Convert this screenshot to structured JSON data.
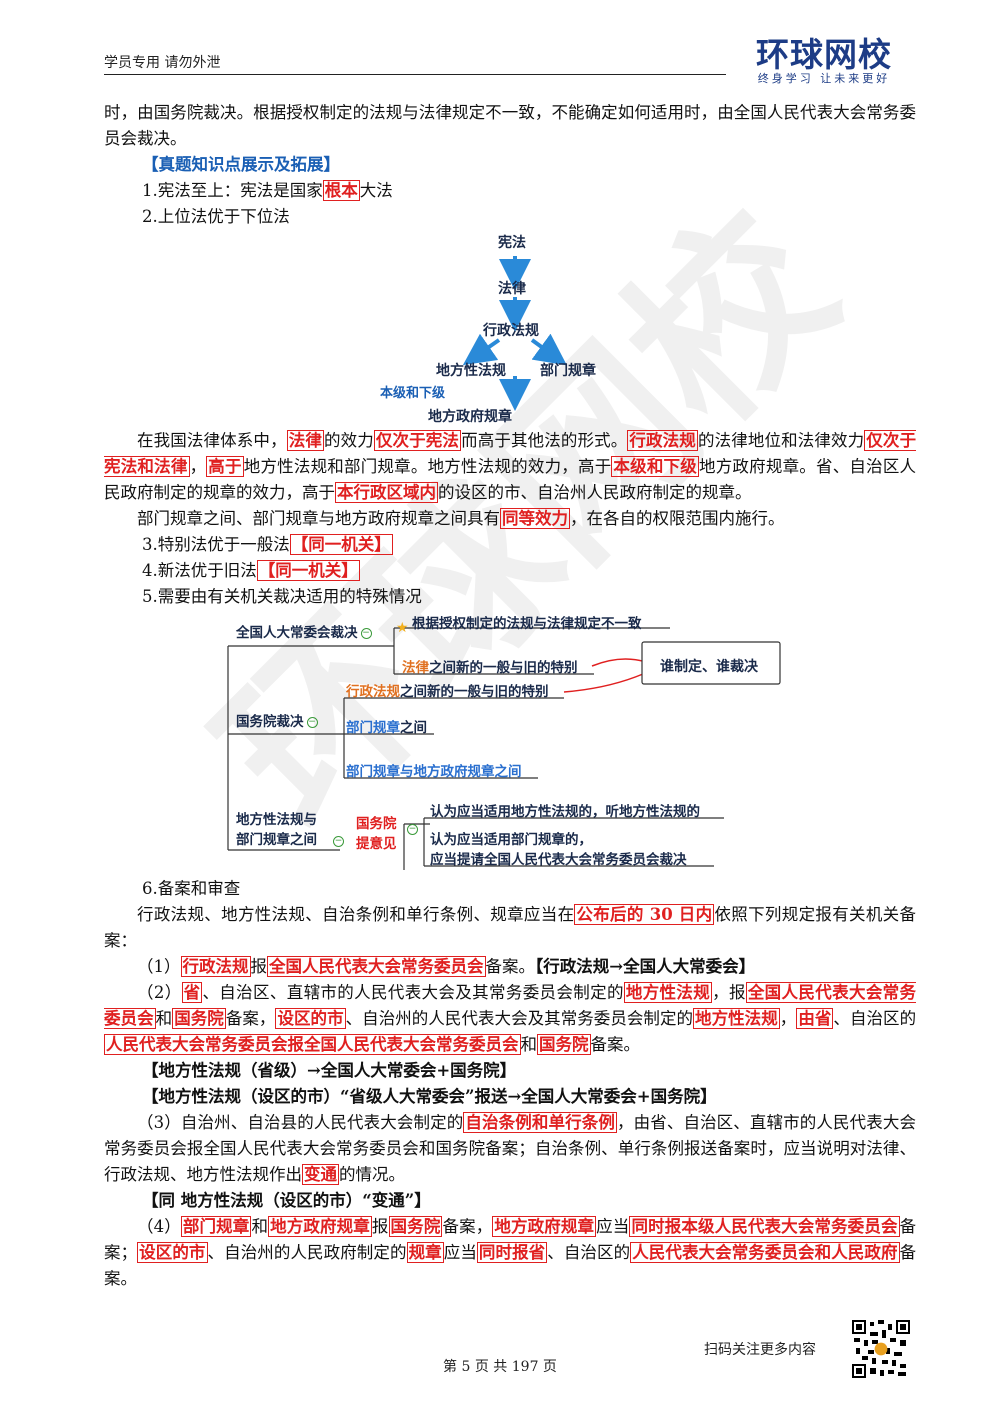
{
  "header": {
    "note": "学员专用 请勿外泄",
    "logo_main": "环球网校",
    "logo_sub": "终身学习 让未来更好"
  },
  "watermark": "环球网校",
  "body": {
    "p0": "时，由国务院裁决。根据授权制定的法规与法律规定不一致，不能确定如何适用时，由全国人民代表大会常务委员会裁决。",
    "sec_head": "【真题知识点展示及拓展】",
    "item1_pre": "1.宪法至上：宪法是国家",
    "item1_hl": "根本",
    "item1_post": "大法",
    "item2": "2.上位法优于下位法",
    "p1": {
      "t1": "在我国法律体系中，",
      "h1": "法律",
      "t2": "的效力",
      "h2": "仅次于宪法",
      "t3": "而高于其他法的形式。",
      "h3": "行政法规",
      "t4": "的法律地位和法律效力",
      "h4": "仅次于宪法和法律",
      "t5": "，",
      "h5": "高于",
      "t6": "地方性法规和部门规章。地方性法规的效力，高于",
      "h6": "本级和下级",
      "t7": "地方政府规章。省、自治区人民政府制定的规章的效力，高于",
      "h7": "本行政区域内",
      "t8": "的设区的市、自治州人民政府制定的规章。"
    },
    "p2": {
      "t1": "部门规章之间、部门规章与地方政府规章之间具有",
      "h1": "同等效力",
      "t2": "，在各自的权限范围内施行。"
    },
    "item3_pre": "3.特别法优于一般法",
    "item3_hl": "【同一机关】",
    "item4_pre": "4.新法优于旧法",
    "item4_hl": "【同一机关】",
    "item5": "5.需要由有关机关裁决适用的特殊情况",
    "item6": "6.备案和审查",
    "p3": {
      "t1": "行政法规、地方性法规、自治条例和单行条例、规章应当在",
      "h1": "公布后的 30 日内",
      "t2": "依照下列规定报有关机关备案："
    },
    "s1": {
      "t1": "（1）",
      "h1": "行政法规",
      "t2": "报",
      "h2": "全国人民代表大会常务委员会",
      "t3": "备案。",
      "b1": "【行政法规→全国人大常委会】"
    },
    "s2": {
      "t1": "（2）",
      "h1": "省",
      "t2": "、自治区、直辖市的人民代表大会及其常务委员会制定的",
      "h2": "地方性法规",
      "t3": "，报",
      "h3": "全国人民代表大会常务委员会",
      "t4": "和",
      "h4": "国务院",
      "t5": "备案，",
      "h5": "设区的市",
      "t6": "、自治州的人民代表大会及其常务委员会制定的",
      "h6": "地方性法规",
      "t7": "，",
      "h7": "由省",
      "t8": "、自治区的",
      "h8": "人民代表大会常务委员会报全国人民代表大会常务委员会",
      "t9": "和",
      "h9": "国务院",
      "t10": "备案。"
    },
    "b2": "【地方性法规（省级）→全国人大常委会+国务院】",
    "b3": "【地方性法规（设区的市）“省级人大常委会”报送→全国人大常委会+国务院】",
    "s3": {
      "t1": "（3）自治州、自治县的人民代表大会制定的",
      "h1": "自治条例和单行条例",
      "t2": "，由省、自治区、直辖市的人民代表大会常务委员会报全国人民代表大会常务委员会和国务院备案；自治条例、单行条例报送备案时，应当说明对法律、行政法规、地方性法规作出",
      "h2": "变通",
      "t3": "的情况。"
    },
    "b4": "【同 地方性法规（设区的市）“变通”】",
    "s4": {
      "t1": "（4）",
      "h1": "部门规章",
      "t2": "和",
      "h2": "地方政府规章",
      "t3": "报",
      "h3": "国务院",
      "t4": "备案，",
      "h4": "地方政府规章",
      "t5": "应当",
      "h5": "同时报本级人民代表大会常务委员会",
      "t6": "备案；",
      "h6": "设区的市",
      "t7": "、自治州的人民政府制定的",
      "h7": "规章",
      "t8": "应当",
      "h8": "同时报省",
      "t9": "、自治区的",
      "h9": "人民代表大会常务委员会和人民政府",
      "t10": "备案。"
    }
  },
  "diagram1": {
    "n1": "宪法",
    "n2": "法律",
    "n3": "行政法规",
    "n4": "地方性法规",
    "n5": "部门规章",
    "n6": "本级和下级",
    "n7": "地方政府规章",
    "arrow_color": "#2a8ad8",
    "label_color": "#1a5fb4"
  },
  "diagram2": {
    "root1": "全国人大常委会裁决",
    "root2": "国务院裁决",
    "root3a": "地方性法规与",
    "root3b": "部门规章之间",
    "r1_star": "根据授权制定的法规与法律规定不一致",
    "r1_b_hl": "法律",
    "r1_b": "之间新的一般与旧的特别",
    "r2_a_hl": "行政法规",
    "r2_a": "之间新的一般与旧的特别",
    "r2_b_hl": "部门规章",
    "r2_b": "之间",
    "r2_c": "部门规章与地方政府规章之间",
    "result": "谁制定、谁裁决",
    "gov1": "国务院",
    "gov2": "提意见",
    "r3_a": "认为应当适用地方性法规的，听地方性法规的",
    "r3_b1": "认为应当适用部门规章的，",
    "r3_b2": "应当提请全国人民代表大会常务委员会裁决",
    "accent": "#e02020"
  },
  "footer": {
    "scan": "扫码关注更多内容",
    "page": "第 5 页 共 197 页"
  }
}
